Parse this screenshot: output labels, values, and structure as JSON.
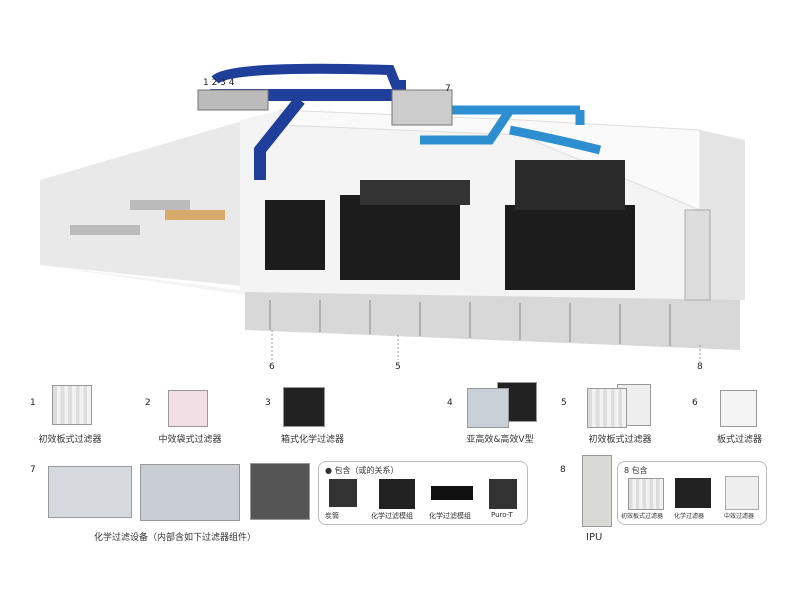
{
  "diagram_labels": {
    "top_left_units": "1 2 3 4",
    "top_unit_7": "7",
    "marker_6": "6",
    "marker_5": "5",
    "marker_8": "8"
  },
  "filters": [
    {
      "num": "1",
      "label": "初效板式过滤器"
    },
    {
      "num": "2",
      "label": "中效袋式过滤器"
    },
    {
      "num": "3",
      "label": "箱式化学过滤器"
    },
    {
      "num": "4",
      "label": "亚高效&高效V型"
    },
    {
      "num": "5",
      "label": "初效板式过滤器"
    },
    {
      "num": "6",
      "label": "板式过滤器"
    }
  ],
  "unit7": {
    "num": "7",
    "label": "化学过滤设备（内部含如下过滤器组件）",
    "box_title": "包含（或的关系）",
    "items": [
      "炭筒",
      "化学过滤模组",
      "化学过滤模组",
      "Puro-T"
    ]
  },
  "unit8": {
    "num": "8",
    "label": "IPU",
    "box_title": "包含",
    "items": [
      "初效板式过滤器",
      "化学过滤器",
      "中效过滤器"
    ]
  },
  "colors": {
    "duct_dark": "#1f3f9a",
    "duct_light": "#2e8fd0",
    "rack": "#1c1c1c",
    "wall": "#f0f0f0"
  }
}
